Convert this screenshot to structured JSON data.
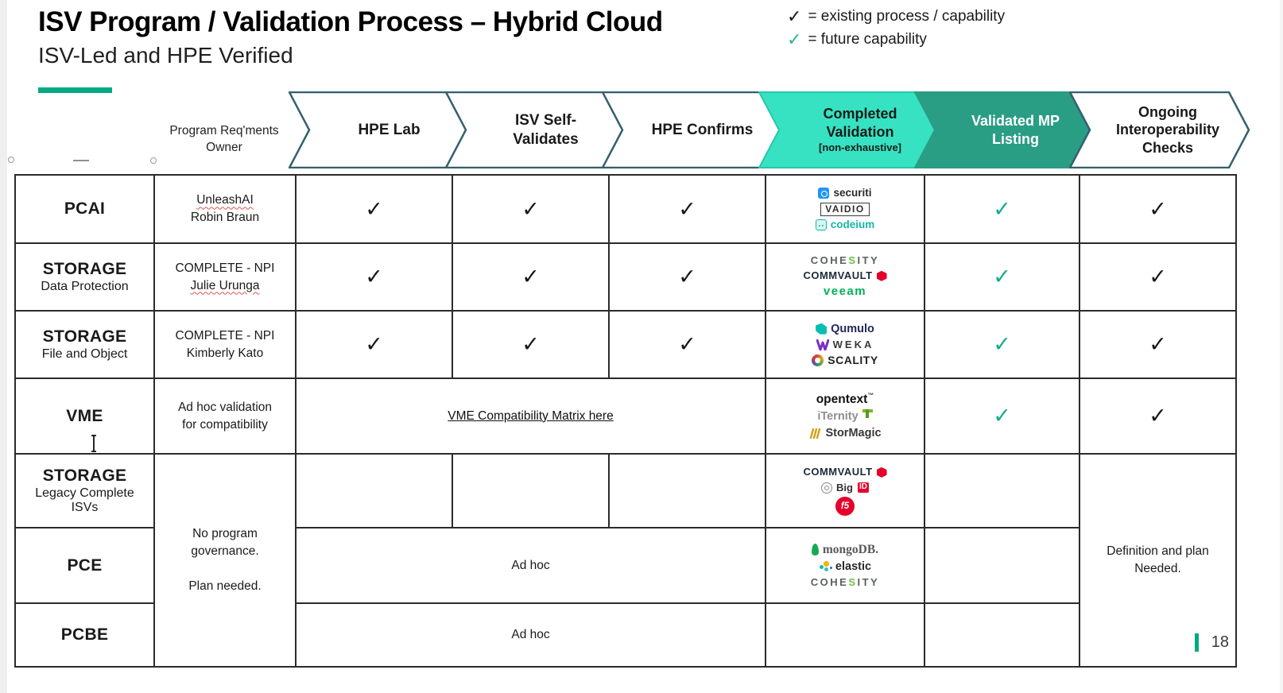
{
  "slide": {
    "title": "ISV Program / Validation Process – Hybrid Cloud",
    "subtitle": "ISV-Led and HPE Verified",
    "page_number": "18"
  },
  "legend": {
    "check": "✓",
    "existing_label": "= existing process / capability",
    "future_label": "= future capability"
  },
  "colors": {
    "accent_teal": "#01a982",
    "chevron_light_fill": "#36e2c1",
    "chevron_dark_fill": "#2a9d85",
    "chevron_outline": "#33606e",
    "check_existing": "#161616",
    "check_future": "#10ac8e"
  },
  "header": {
    "owner_column_label": "Program Req'ments Owner",
    "steps": [
      {
        "label": "HPE Lab"
      },
      {
        "label": "ISV Self-Validates"
      },
      {
        "label": "HPE Confirms"
      },
      {
        "label": "Completed Validation",
        "note": "[non-exhaustive]"
      },
      {
        "label": "Validated MP Listing"
      },
      {
        "label": "Ongoing Interoperability Checks"
      }
    ]
  },
  "table": {
    "check": "✓",
    "rows": [
      {
        "category": "PCAI",
        "owner_line1": "UnleashAI",
        "owner_line2": "Robin Braun",
        "logos": [
          {
            "text": "securiti"
          },
          {
            "text": "VAIDIO"
          },
          {
            "text": "codeium"
          }
        ]
      },
      {
        "category": "STORAGE",
        "category_sub": "Data Protection",
        "owner_line1": "COMPLETE - NPI",
        "owner_line2": "Julie Urunga",
        "logos": [
          {
            "pre": "COHE",
            "green": "S",
            "post": "ITY"
          },
          {
            "text": "COMMVAULT"
          },
          {
            "text": "veeam"
          }
        ]
      },
      {
        "category": "STORAGE",
        "category_sub": "File and Object",
        "owner_line1": "COMPLETE - NPI",
        "owner_line2": "Kimberly Kato",
        "logos": [
          {
            "text": "Qumulo"
          },
          {
            "text": "WEKA"
          },
          {
            "text": "SCALITY"
          }
        ]
      },
      {
        "category": "VME",
        "owner_line1": "Ad hoc validation",
        "owner_line2": "for compatibility",
        "link_label": "VME Compatibility Matrix here",
        "logos": [
          {
            "text": "opentext",
            "tm": "™"
          },
          {
            "text": "iTernity"
          },
          {
            "text": "StorMagic"
          }
        ]
      },
      {
        "category": "STORAGE",
        "category_sub": "Legacy Complete ISVs",
        "logos": [
          {
            "text": "COMMVAULT"
          },
          {
            "pre": "Big",
            "post": "ID"
          },
          {
            "text": "f5"
          }
        ]
      },
      {
        "category": "PCE",
        "adhoc_label": "Ad hoc",
        "logos": [
          {
            "text": "mongoDB."
          },
          {
            "text": "elastic"
          },
          {
            "pre": "COHE",
            "green": "S",
            "post": "ITY"
          }
        ]
      },
      {
        "category": "PCBE",
        "adhoc_label": "Ad hoc"
      }
    ],
    "merged_owner_line1": "No program governance.",
    "merged_owner_line2": "Plan needed.",
    "definition_line1": "Definition and plan",
    "definition_line2": "Needed."
  }
}
